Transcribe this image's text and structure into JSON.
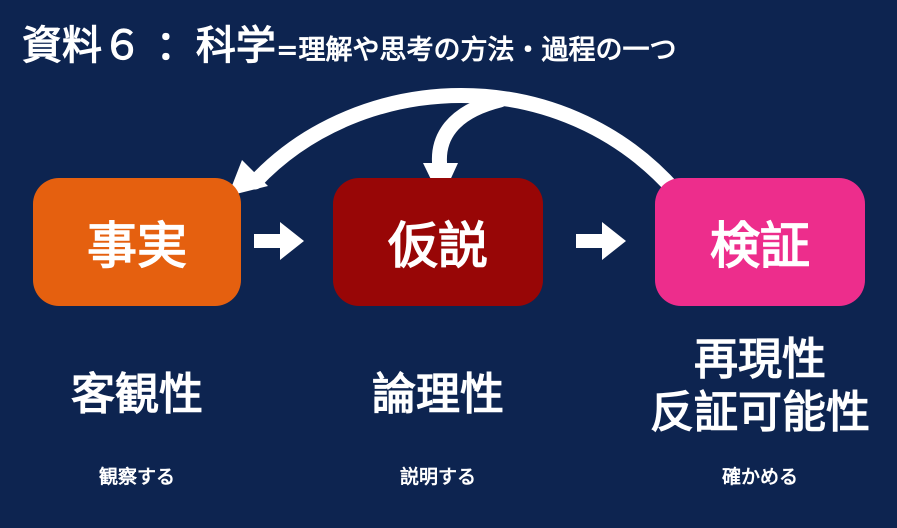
{
  "title": {
    "main": "資料６ ：科学",
    "sub": "=理解や思考の方法・過程の一つ"
  },
  "steps": [
    {
      "label": "事実",
      "color": "#e5600f",
      "property": "客観性",
      "action": "観察する"
    },
    {
      "label": "仮説",
      "color": "#980606",
      "property": "論理性",
      "action": "説明する"
    },
    {
      "label": "検証",
      "color": "#ed2d8c",
      "property_lines": [
        "再現性",
        "反証可能性"
      ],
      "action": "確かめる"
    }
  ],
  "colors": {
    "background": "#0d2450",
    "text": "#ffffff",
    "arrow": "#ffffff"
  }
}
